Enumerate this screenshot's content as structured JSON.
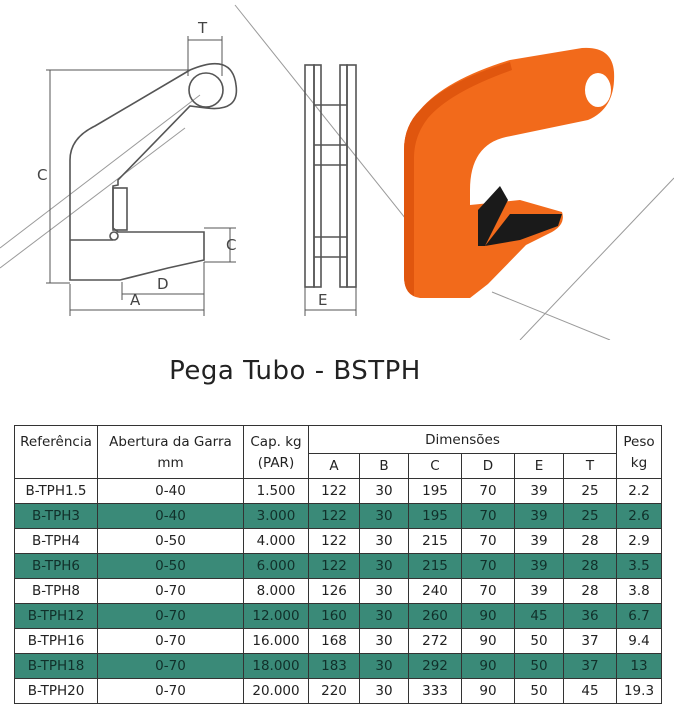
{
  "diagram": {
    "labels": {
      "T": "T",
      "C_height": "C",
      "C_gap": "C",
      "D": "D",
      "A": "A",
      "E": "E"
    },
    "colors": {
      "product": "#f26a1b",
      "product_dark": "#e0560e",
      "lines": "#555555"
    }
  },
  "title": "Pega Tubo - BSTPH",
  "table": {
    "headers": {
      "ref": "Referência",
      "opening_line1": "Abertura da Garra",
      "opening_line2": "mm",
      "cap_line1": "Cap. kg",
      "cap_line2": "(PAR)",
      "dims": "Dimensões",
      "weight_line1": "Peso",
      "weight_line2": "kg",
      "dim_cols": [
        "A",
        "B",
        "C",
        "D",
        "E",
        "T"
      ]
    },
    "rows": [
      {
        "ref": "B-TPH1.5",
        "opening": "0-40",
        "cap": "1.500",
        "A": "122",
        "B": "30",
        "C": "195",
        "D": "70",
        "E": "39",
        "T": "25",
        "weight": "2.2"
      },
      {
        "ref": "B-TPH3",
        "opening": "0-40",
        "cap": "3.000",
        "A": "122",
        "B": "30",
        "C": "195",
        "D": "70",
        "E": "39",
        "T": "25",
        "weight": "2.6"
      },
      {
        "ref": "B-TPH4",
        "opening": "0-50",
        "cap": "4.000",
        "A": "122",
        "B": "30",
        "C": "215",
        "D": "70",
        "E": "39",
        "T": "28",
        "weight": "2.9"
      },
      {
        "ref": "B-TPH6",
        "opening": "0-50",
        "cap": "6.000",
        "A": "122",
        "B": "30",
        "C": "215",
        "D": "70",
        "E": "39",
        "T": "28",
        "weight": "3.5"
      },
      {
        "ref": "B-TPH8",
        "opening": "0-70",
        "cap": "8.000",
        "A": "126",
        "B": "30",
        "C": "240",
        "D": "70",
        "E": "39",
        "T": "28",
        "weight": "3.8"
      },
      {
        "ref": "B-TPH12",
        "opening": "0-70",
        "cap": "12.000",
        "A": "160",
        "B": "30",
        "C": "260",
        "D": "90",
        "E": "45",
        "T": "36",
        "weight": "6.7"
      },
      {
        "ref": "B-TPH16",
        "opening": "0-70",
        "cap": "16.000",
        "A": "168",
        "B": "30",
        "C": "272",
        "D": "90",
        "E": "50",
        "T": "37",
        "weight": "9.4"
      },
      {
        "ref": "B-TPH18",
        "opening": "0-70",
        "cap": "18.000",
        "A": "183",
        "B": "30",
        "C": "292",
        "D": "90",
        "E": "50",
        "T": "37",
        "weight": "13"
      },
      {
        "ref": "B-TPH20",
        "opening": "0-70",
        "cap": "20.000",
        "A": "220",
        "B": "30",
        "C": "333",
        "D": "90",
        "E": "50",
        "T": "45",
        "weight": "19.3"
      }
    ]
  }
}
